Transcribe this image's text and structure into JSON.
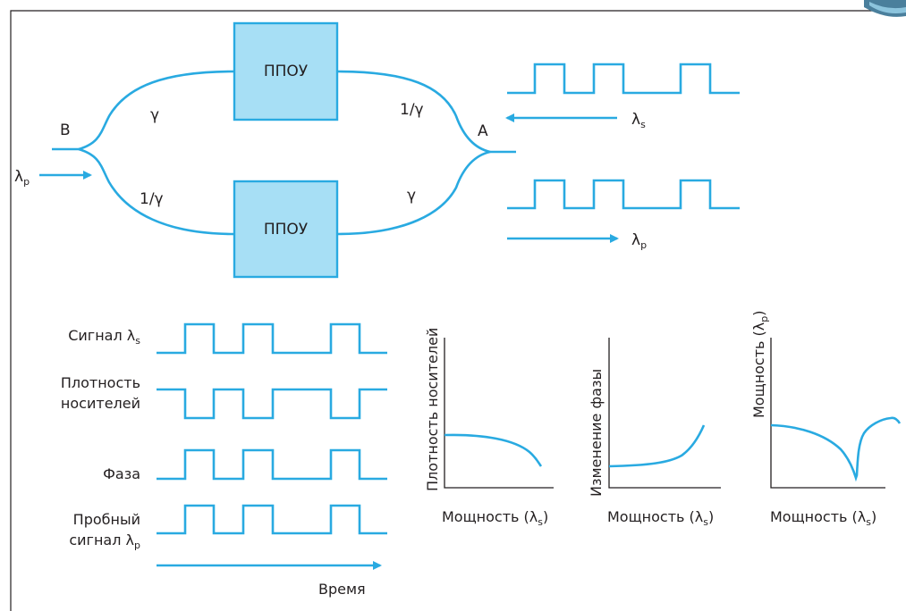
{
  "colors": {
    "accent": "#29aae1",
    "block_fill": "#a7dff5",
    "ink": "#231f20",
    "background": "#ffffff"
  },
  "interferometer": {
    "node_b": "B",
    "node_a": "A",
    "soa_top": "ППОУ",
    "soa_bottom": "ППОУ",
    "gamma": "γ",
    "inv_gamma": "1/γ",
    "probe_in": {
      "symbol": "λ",
      "sub": "p"
    },
    "signal_back": {
      "symbol": "λ",
      "sub": "s"
    },
    "probe_out": {
      "symbol": "λ",
      "sub": "p"
    }
  },
  "timing": {
    "signal": {
      "text": "Сигнал λ",
      "sub": "s"
    },
    "carrier_line1": "Плотность",
    "carrier_line2": "носителей",
    "phase": "Фаза",
    "probe_line1": "Пробный",
    "probe_line2": {
      "text": "сигнал λ",
      "sub": "p"
    },
    "time_axis": "Время"
  },
  "plots": {
    "carrier": {
      "ylabel": "Плотность носителей",
      "xlabel": {
        "text": "Мощность (λ",
        "sub": "s",
        "close": ")"
      }
    },
    "phase": {
      "ylabel": "Изменение фазы",
      "xlabel": {
        "text": "Мощность (λ",
        "sub": "s",
        "close": ")"
      }
    },
    "power": {
      "ylabel": {
        "text": "Мощность (λ",
        "sub": "p",
        "close": ")"
      },
      "xlabel": {
        "text": "Мощность (λ",
        "sub": "s",
        "close": ")"
      }
    }
  }
}
